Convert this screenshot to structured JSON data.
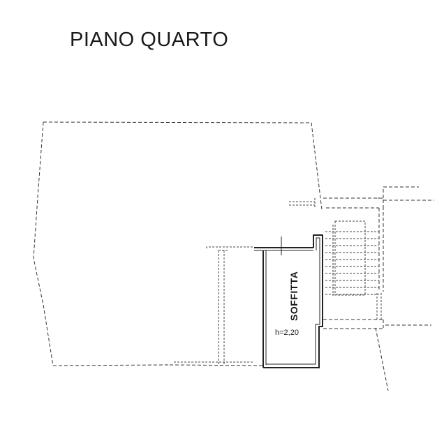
{
  "plan": {
    "title": "PIANO QUARTO",
    "room": {
      "name": "SOFFITTA",
      "height": "h=2,20"
    }
  }
}
